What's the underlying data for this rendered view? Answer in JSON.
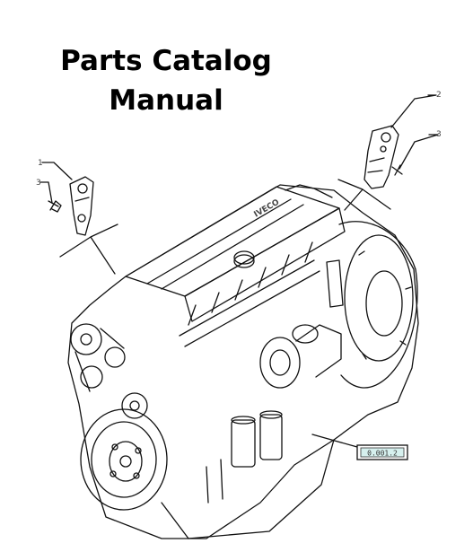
{
  "document": {
    "title_line1": "Parts Catalog",
    "title_line2": "Manual"
  },
  "callouts": {
    "c1": "1",
    "c2": "2",
    "c3a": "3",
    "c3b": "3"
  },
  "label_tag": "0.001.2"
}
